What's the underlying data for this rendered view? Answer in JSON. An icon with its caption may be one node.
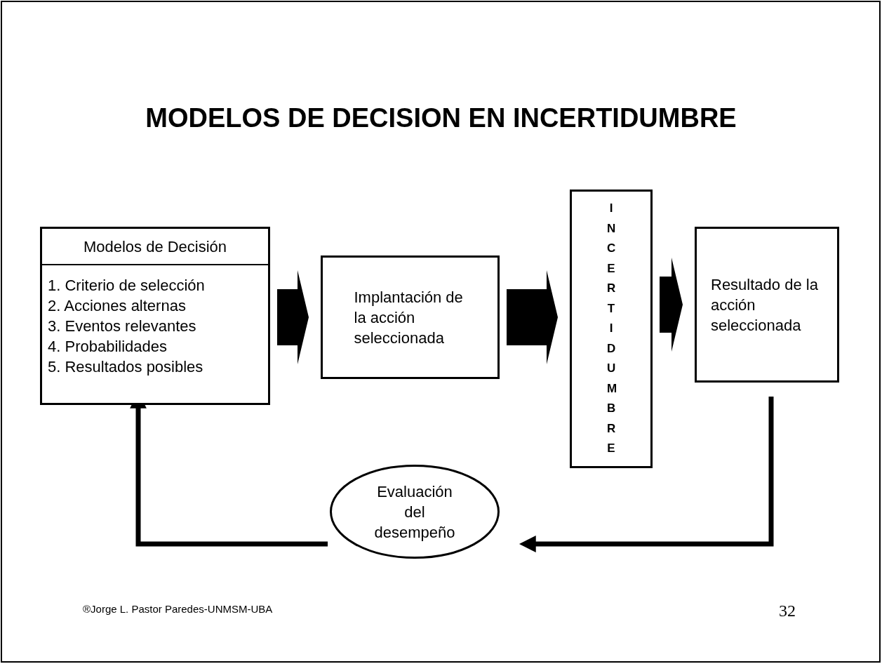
{
  "diagram": {
    "title": "MODELOS DE DECISION EN INCERTIDUMBRE",
    "nodes": [
      {
        "text": [
          "Modelos de Decisión",
          "1. Criterio de selección",
          "2. Acciones alternas",
          "3. Eventos relevantes",
          "4. Probabilidades",
          "5. Resultados posibles"
        ]
      },
      {
        "text": [
          "Implantación de la acción seleccionada"
        ]
      },
      {
        "text": [
          "INCERTIDUMBRE"
        ]
      },
      {
        "text": [
          "Resultado de la acción seleccionada"
        ]
      },
      {
        "text": [
          "Evaluación del desempeño"
        ]
      }
    ],
    "edges": [
      {
        "from": 0,
        "to": 1,
        "arrow": "to"
      },
      {
        "from": 1,
        "to": 2,
        "arrow": "to"
      },
      {
        "from": 2,
        "to": 3,
        "arrow": "to"
      },
      {
        "from": 3,
        "to": 4,
        "arrow": "to"
      },
      {
        "from": 4,
        "to": 0,
        "arrow": "to"
      }
    ],
    "labels": [
      "®Jorge L. Pastor Paredes-UNMSM-UBA",
      "32"
    ]
  }
}
